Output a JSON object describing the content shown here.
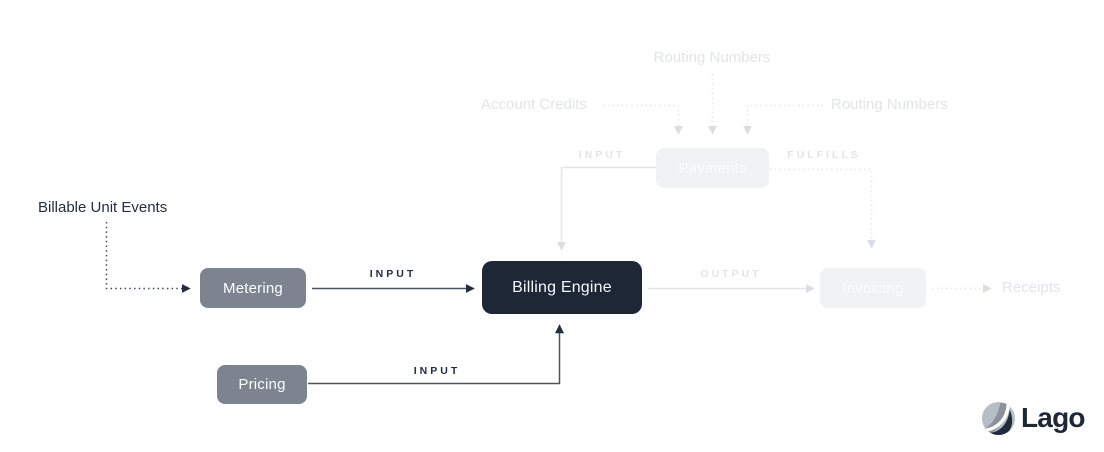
{
  "diagram": {
    "nodes": {
      "metering": {
        "label": "Metering"
      },
      "pricing": {
        "label": "Pricing"
      },
      "billing_engine": {
        "label": "Billing Engine"
      },
      "payments": {
        "label": "Payments"
      },
      "invoicing": {
        "label": "Invoicing"
      }
    },
    "annotations": {
      "billable_unit_events": "Billable Unit Events",
      "account_credits": "Account Credits",
      "routing_numbers_top": "Routing Numbers",
      "routing_numbers_right": "Routing Numbers",
      "receipts": "Receipts"
    },
    "edge_labels": {
      "metering_input": "INPUT",
      "pricing_input": "INPUT",
      "payments_input": "INPUT",
      "fulfills": "FULFILLS",
      "output": "OUTPUT"
    },
    "colors": {
      "background": "#ffffff",
      "dark_node": "#1d2736",
      "gray_node": "#7d8490",
      "faded_node": "#f0f2f4",
      "dark_text": "#242e3e",
      "faded_text": "#e2e4e9",
      "dark_line": "#4a5363",
      "faded_line": "#e4e6ea"
    }
  },
  "branding": {
    "logo_text": "Lago"
  }
}
